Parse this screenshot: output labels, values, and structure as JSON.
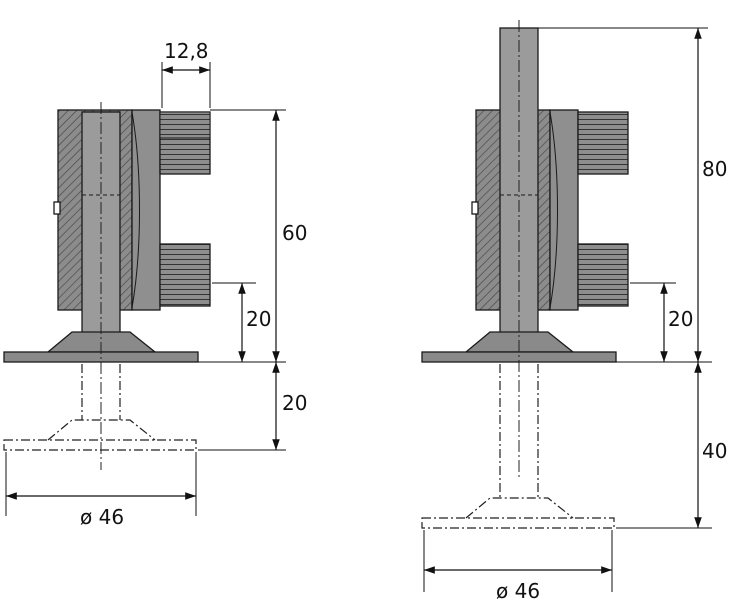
{
  "diagram": {
    "left_view": {
      "dim_width": "12,8",
      "dim_height": "60",
      "dim_base": "20",
      "dim_travel": "20",
      "dim_diameter": "ø 46"
    },
    "right_view": {
      "dim_height": "80",
      "dim_base": "20",
      "dim_travel": "40",
      "dim_diameter": "ø 46"
    },
    "colors": {
      "body": "#8a8a8a",
      "body_dark": "#6e6e6e",
      "bolt": "#9a9a9a",
      "line": "#111111"
    }
  }
}
